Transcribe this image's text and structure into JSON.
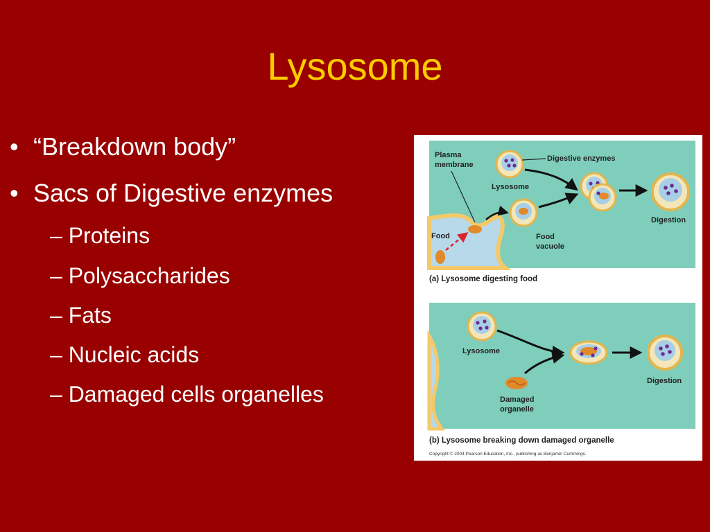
{
  "slide": {
    "title": "Lysosome",
    "bullets": [
      {
        "level": 1,
        "marker": "•",
        "text": "“Breakdown body”"
      },
      {
        "level": 1,
        "marker": "•",
        "text": "Sacs of Digestive enzymes"
      },
      {
        "level": 2,
        "marker": "–",
        "text": "– Proteins"
      },
      {
        "level": 2,
        "marker": "–",
        "text": "– Polysaccharides"
      },
      {
        "level": 2,
        "marker": "–",
        "text": "– Fats"
      },
      {
        "level": 2,
        "marker": "–",
        "text": "– Nucleic acids"
      },
      {
        "level": 2,
        "marker": "–",
        "text": "– Damaged cells organelles"
      }
    ]
  },
  "figure": {
    "panel_a": {
      "caption": "(a) Lysosome digesting food",
      "labels": {
        "plasma_membrane_1": "Plasma",
        "plasma_membrane_2": "membrane",
        "digestive_enzymes": "Digestive enzymes",
        "lysosome": "Lysosome",
        "food": "Food",
        "food_vacuole_1": "Food",
        "food_vacuole_2": "vacuole",
        "digestion": "Digestion"
      }
    },
    "panel_b": {
      "caption": "(b) Lysosome breaking down damaged organelle",
      "labels": {
        "lysosome": "Lysosome",
        "damaged_organelle_1": "Damaged",
        "damaged_organelle_2": "organelle",
        "digestion": "Digestion"
      }
    },
    "copyright": "Copyright © 2004 Pearson Education, Inc., publishing as Benjamin Cummings."
  },
  "colors": {
    "background": "#990000",
    "title": "#ffcc00",
    "text": "#ffffff",
    "panel": "#7fcdbb",
    "enzyme": "#6b2c91",
    "food": "#e08a2a"
  }
}
